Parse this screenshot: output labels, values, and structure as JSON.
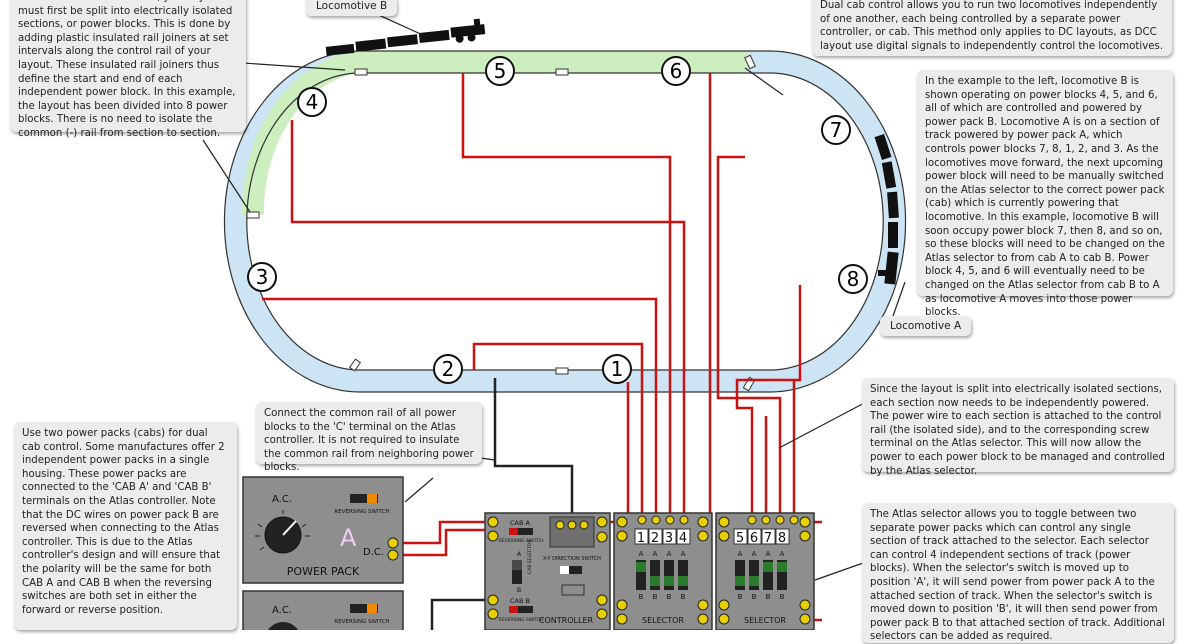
{
  "callouts": {
    "top_left": "To achieve dual cab control, your layout must first be split into electrically isolated sections, or power blocks. This is done by adding plastic insulated rail joiners at set intervals along the control rail of your layout. These insulated rail joiners thus define the start and end of each independent power block. In this example, the layout has been divided into 8 power blocks. There is no need to isolate the common (-) rail from section to section.",
    "top_right": "Dual cab control allows you to run two locomotives independently of one another, each being controlled by a separate power controller, or cab. This method only applies to DC layouts, as DCC layout use digital signals to independently control the locomotives.",
    "right_example": "In the example to the left, locomotive B is shown operating on power blocks 4, 5, and 6, all of which are controlled and powered by power pack B. Locomotive A is on a section of track powered by power pack A, which controls power blocks 7, 8, 1, 2, and 3. As the locomotives move forward, the next upcoming power block will need to be manually switched on the Atlas selector to the correct power pack (cab) which is currently powering that locomotive. In this example, locomotive B will soon occupy power block 7, then 8, and so on, so these blocks will need to be changed on the Atlas selector to from cab A to cab B. Power block 4, 5, and 6 will eventually need to be changed on the Atlas selector from cab B to A as locomotive A moves into those power blocks.",
    "right_isolated": "Since the layout is split into electrically isolated sections, each section now needs to be independently powered. The power wire to each section is attached to the control rail (the isolated side), and to the corresponding screw terminal on the Atlas selector. This will now allow the power to each power block to be managed and controlled by the Atlas selector.",
    "right_selector": "The Atlas selector allows you to toggle between two separate power packs which can control any single section of track attached to the selector. Each selector can control 4 independent sections of track (power blocks). When the selector's switch is moved up to position 'A', it will send power from power pack A to the attached section of track. When the selector's switch is moved down to position 'B', it will then send power from power pack B to that attached section of track. Additional selectors can be added as required.",
    "middle_common": "Connect the common rail of all power blocks to the 'C' terminal on the Atlas controller. It is not required to insulate the common rail from neighboring power blocks.",
    "left_packs": "Use two power packs (cabs) for dual cab control. Some manufactures offer 2 independent power packs in a single housing. These power packs are connected to the 'CAB A' and 'CAB B' terminals on the Atlas controller. Note that the DC wires on power pack B are reversed when connecting to the Atlas controller. This is due to the Atlas controller's design and will ensure that the polarity will be the same for both CAB A and CAB B when the reversing switches are both set in either the forward or reverse position."
  },
  "tags": {
    "loco_b": "Locomotive B",
    "loco_a": "Locomotive A"
  },
  "blocks": [
    "1",
    "2",
    "3",
    "4",
    "5",
    "6",
    "7",
    "8"
  ],
  "power_pack": {
    "ac": "A.C.",
    "dc": "D.C.",
    "reversing": "REVERSING SWITCH",
    "label": "POWER PACK",
    "letter_a": "A"
  },
  "controller": {
    "cab_a": "CAB A",
    "cab_b": "CAB B",
    "reversing": "REVERSING SWITCH",
    "cab_selector": "CAB SELECTOR",
    "xy": "X-Y DIRECTION SWITCH",
    "a": "A",
    "b": "B",
    "label": "CONTROLLER"
  },
  "selectors": [
    {
      "label": "SELECTOR",
      "numbers": [
        "1",
        "2",
        "3",
        "4"
      ],
      "a": "A",
      "b": "B"
    },
    {
      "label": "SELECTOR",
      "numbers": [
        "5",
        "6",
        "7",
        "8"
      ],
      "a": "A",
      "b": "B"
    }
  ],
  "colors": {
    "block_a_track": "#cde4f4",
    "block_b_track": "#cdeebf",
    "wire_red": "#cc1111",
    "wire_black": "#222222",
    "panel": "#8e8e8e",
    "panel_dark": "#6f6f6f"
  }
}
